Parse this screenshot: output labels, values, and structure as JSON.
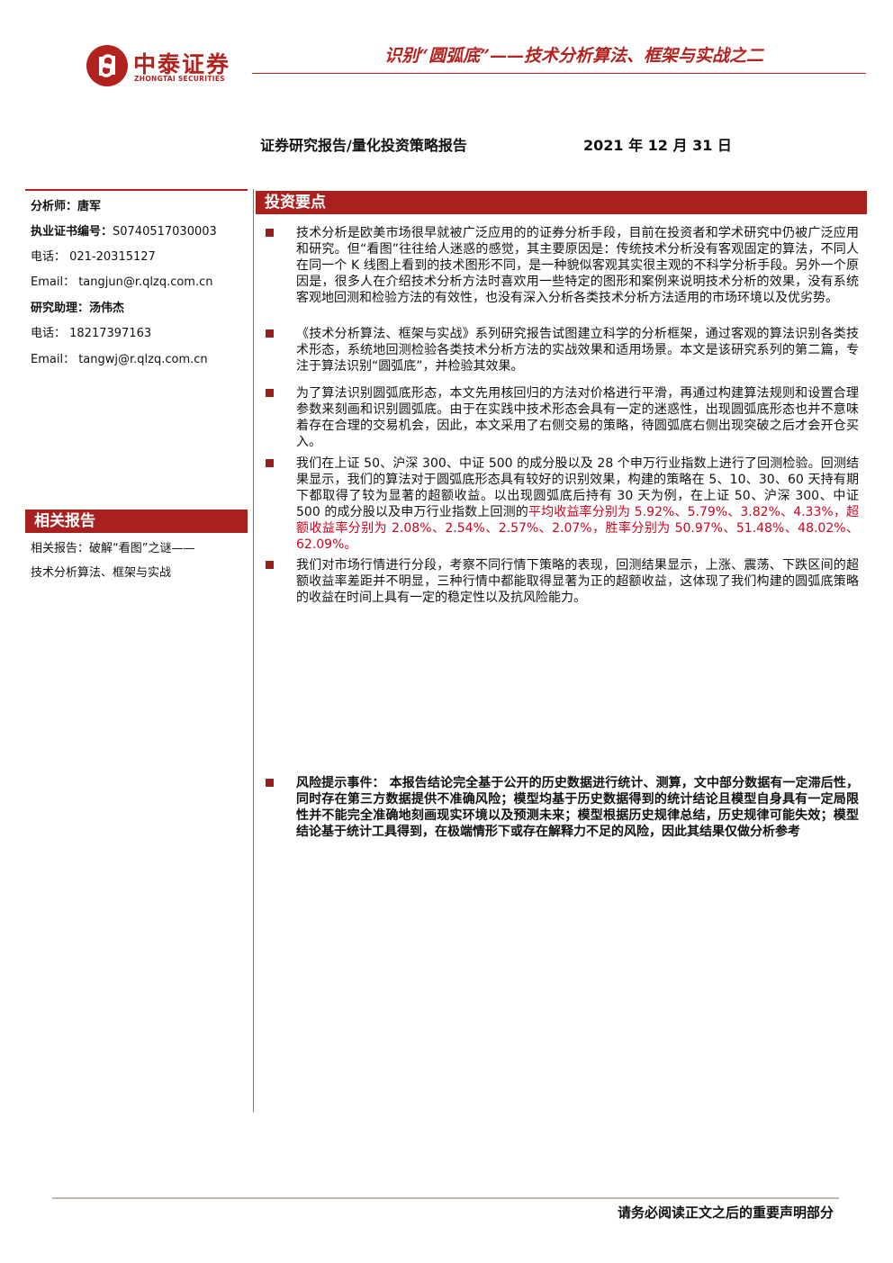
{
  "header": {
    "logo_cn": "中泰证券",
    "logo_en": "ZHONGTAI SECURITIES",
    "doc_title": "识别“圆弧底”——技术分析算法、框架与实战之二",
    "report_type": "证券研究报告/量化投资策略报告",
    "date": "2021 年 12 月 31 日"
  },
  "colors": {
    "brand": "#b2231f",
    "section_bar": "#a9211e",
    "highlight": "#d0021b"
  },
  "sidebar": {
    "analyst": {
      "label": "分析师：",
      "name": "唐军"
    },
    "license": {
      "label": "执业证书编号：",
      "value": "S0740517030003"
    },
    "analyst_phone": "电话： 021-20315127",
    "analyst_email": "Email： tangjun@r.qlzq.com.cn",
    "assistant": {
      "label": "研究助理：",
      "name": "汤伟杰"
    },
    "assistant_phone": "电话： 18217397163",
    "assistant_email": "Email： tangwj@r.qlzq.com.cn",
    "related_title": "相关报告",
    "related_line1": "相关报告：破解“看图”之谜——",
    "related_line2": "技术分析算法、框架与实战"
  },
  "main": {
    "section_title": "投资要点",
    "p1": "技术分析是欧美市场很早就被广泛应用的的证券分析手段，目前在投资者和学术研究中仍被广泛应用和研究。但“看图”往往给人迷惑的感觉，其主要原因是：传统技术分析没有客观固定的算法，不同人在同一个 K 线图上看到的技术图形不同，是一种貌似客观其实很主观的不科学分析手段。另外一个原因是，很多人在介绍技术分析方法时喜欢用一些特定的图形和案例来说明技术分析的效果，没有系统客观地回测和检验方法的有效性，也没有深入分析各类技术分析方法适用的市场环境以及优劣势。",
    "p2": "《技术分析算法、框架与实战》系列研究报告试图建立科学的分析框架，通过客观的算法识别各类技术形态，系统地回测检验各类技术分析方法的实战效果和适用场景。本文是该研究系列的第二篇，专注于算法识别“圆弧底”，并检验其效果。",
    "p3": "为了算法识别圆弧底形态，本文先用核回归的方法对价格进行平滑，再通过构建算法规则和设置合理参数来刻画和识别圆弧底。由于在实践中技术形态会具有一定的迷惑性，出现圆弧底形态也并不意味着存在合理的交易机会，因此，本文采用了右侧交易的策略，待圆弧底右侧出现突破之后才会开仓买入。",
    "p4_normal": "我们在上证 50、沪深 300、中证 500 的成分股以及 28 个申万行业指数上进行了回测检验。回测结果显示，我们的算法对于圆弧底形态具有较好的识别效果，构建的策略在 5、10、30、60 天持有期下都取得了较为显著的超额收益。以出现圆弧底后持有 30 天为例，在上证 50、沪深 300、中证 500 的成分股以及申万行业指数上回测的",
    "p4_highlight": "平均收益率分别为 5.92%、5.79%、3.82%、4.33%，超额收益率分别为 2.08%、2.54%、2.57%、2.07%，胜率分别为 50.97%、51.48%、48.02%、62.09%。",
    "p5": "我们对市场行情进行分段，考察不同行情下策略的表现，回测结果显示，上涨、震荡、下跌区间的超额收益率差距并不明显，三种行情中都能取得显著为正的超额收益，这体现了我们构建的圆弧底策略的收益在时间上具有一定的稳定性以及抗风险能力。",
    "risk": "风险提示事件： 本报告结论完全基于公开的历史数据进行统计、测算，文中部分数据有一定滞后性，同时存在第三方数据提供不准确风险；模型均基于历史数据得到的统计结论且模型自身具有一定局限性并不能完全准确地刻画现实环境以及预测未来；模型根据历史规律总结，历史规律可能失效；模型结论基于统计工具得到，在极端情形下或存在解释力不足的风险，因此其结果仅做分析参考"
  },
  "footer": {
    "text": "请务必阅读正文之后的重要声明部分"
  }
}
